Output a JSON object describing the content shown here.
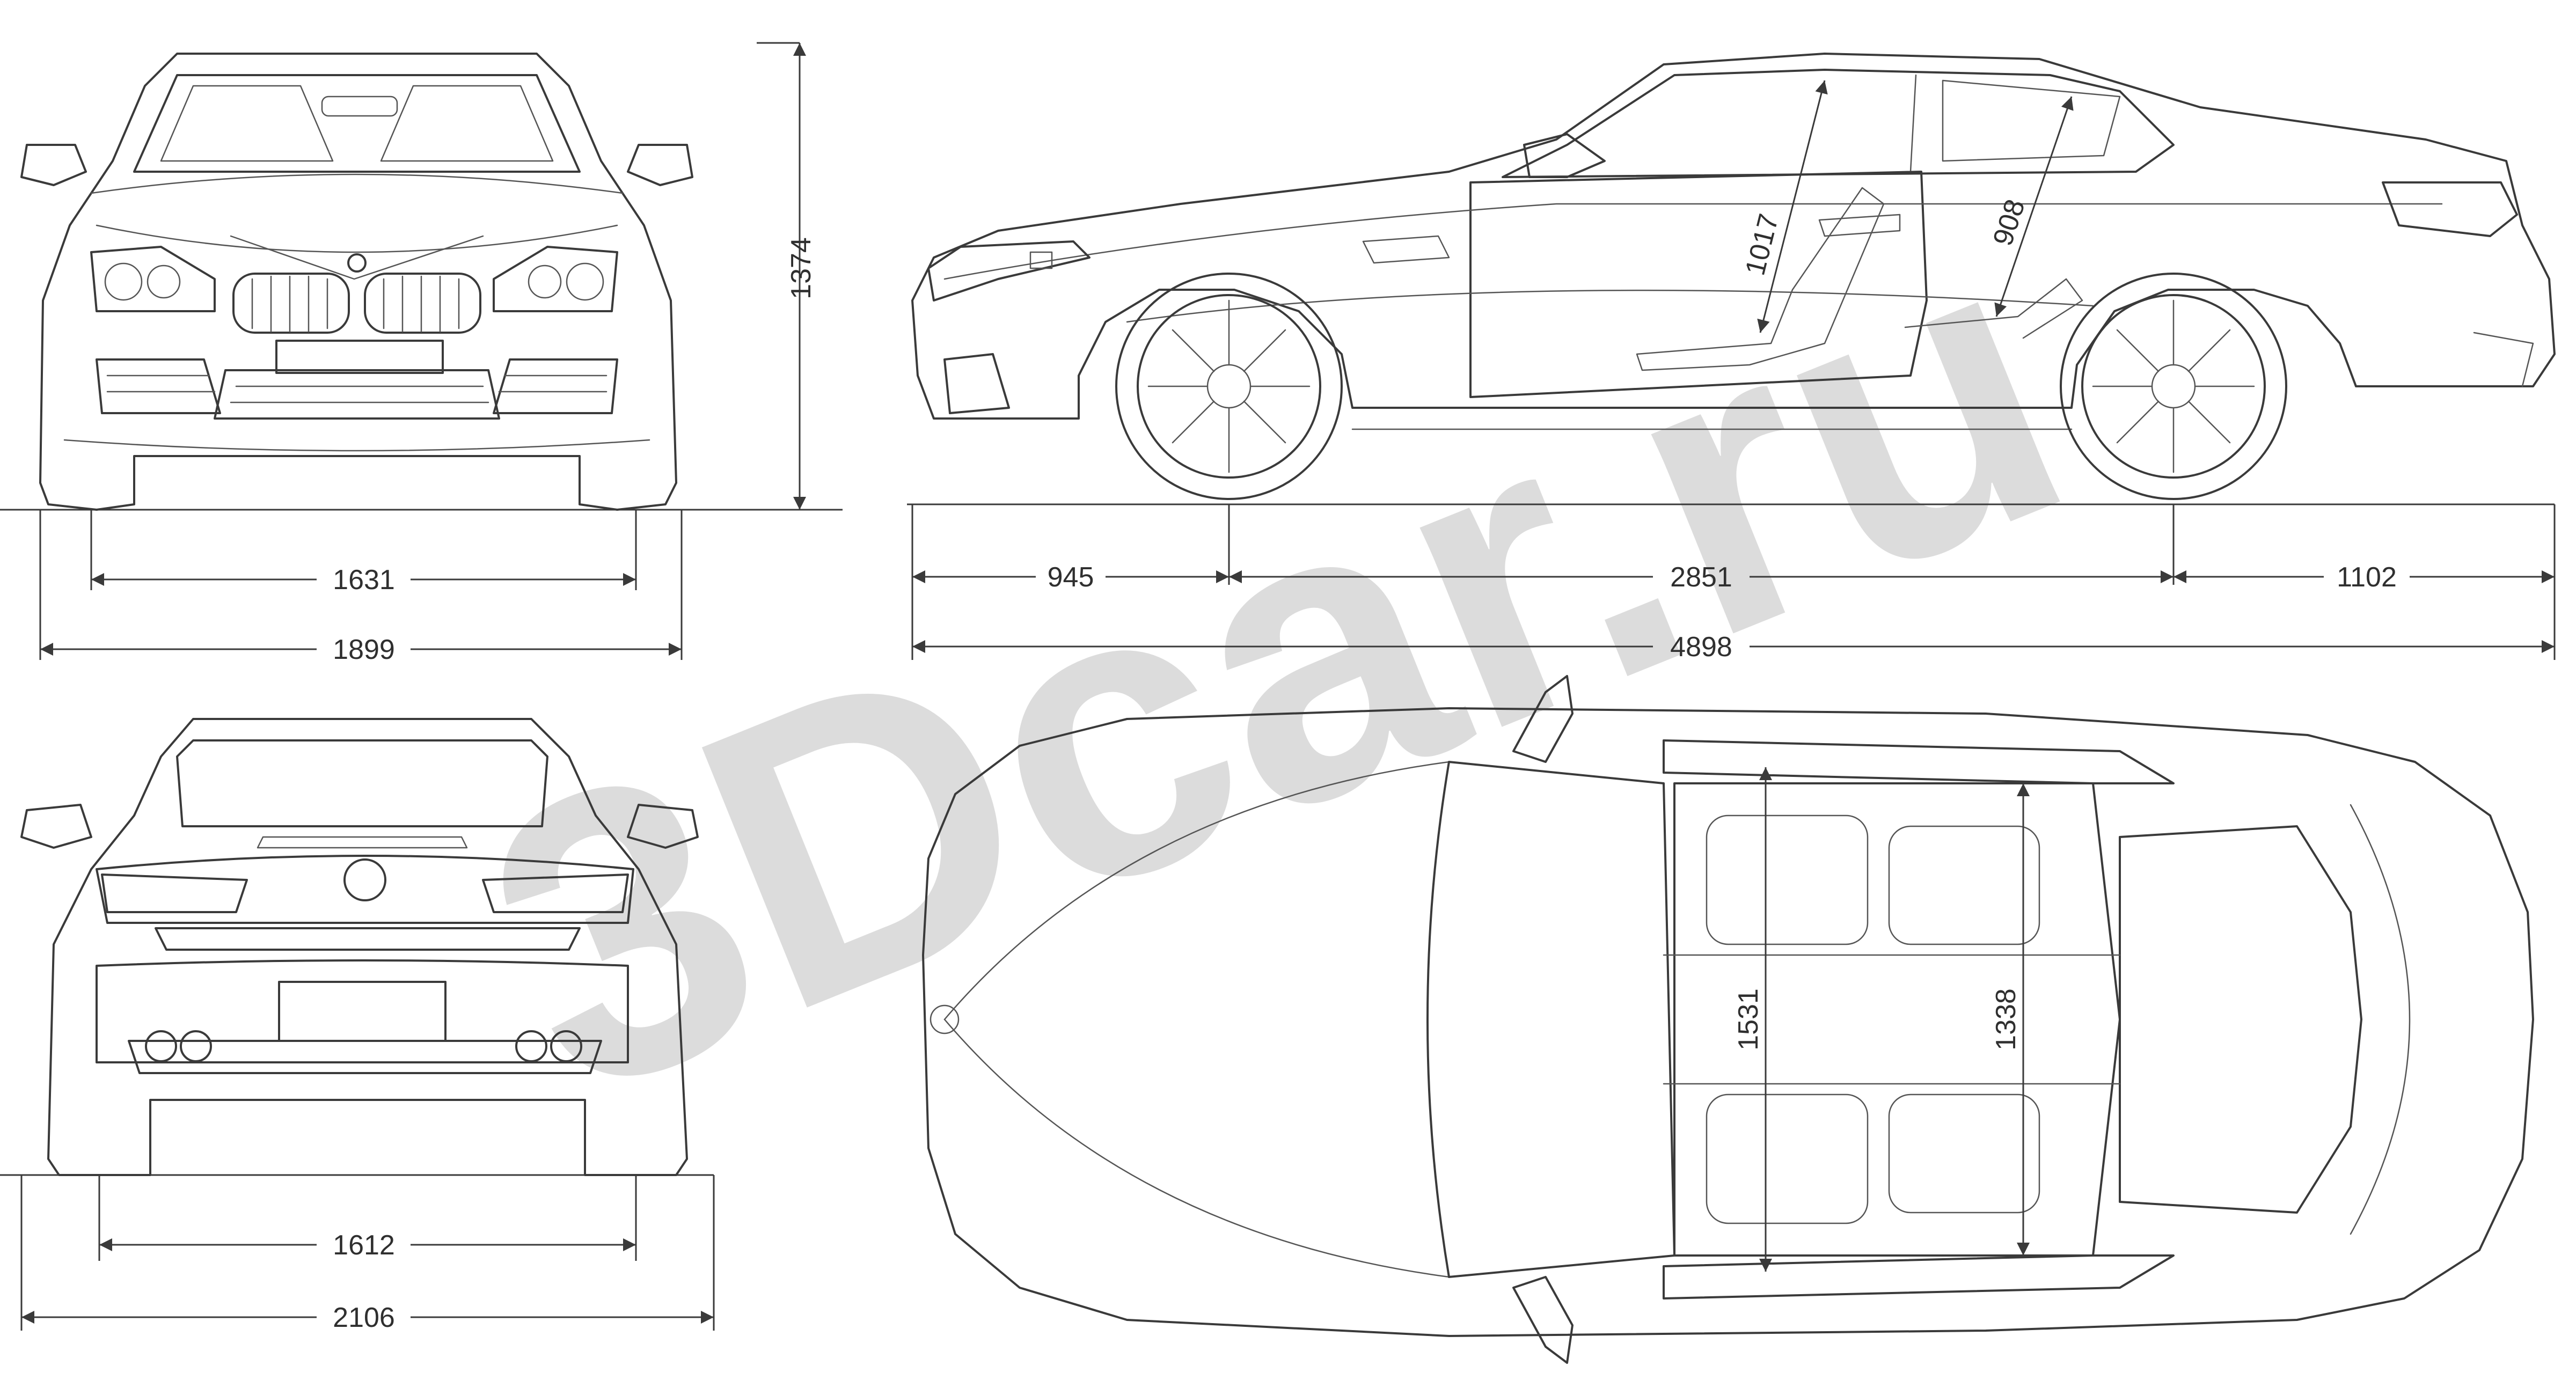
{
  "watermark": {
    "text": "3Dcar.ru",
    "color": "#d0d0d0"
  },
  "front_view": {
    "height_mm": "1374",
    "track_mm": "1631",
    "width_mm": "1899"
  },
  "side_view": {
    "front_overhang_mm": "945",
    "wheelbase_mm": "2851",
    "rear_overhang_mm": "1102",
    "length_mm": "4898",
    "door_front_height_mm": "1017",
    "door_rear_height_mm": "908"
  },
  "rear_view": {
    "track_mm": "1612",
    "width_mirrors_mm": "2106"
  },
  "top_view": {
    "front_cabin_width_mm": "1531",
    "rear_cabin_width_mm": "1338"
  },
  "colors": {
    "line": "#3a3a3a",
    "background": "#ffffff"
  }
}
